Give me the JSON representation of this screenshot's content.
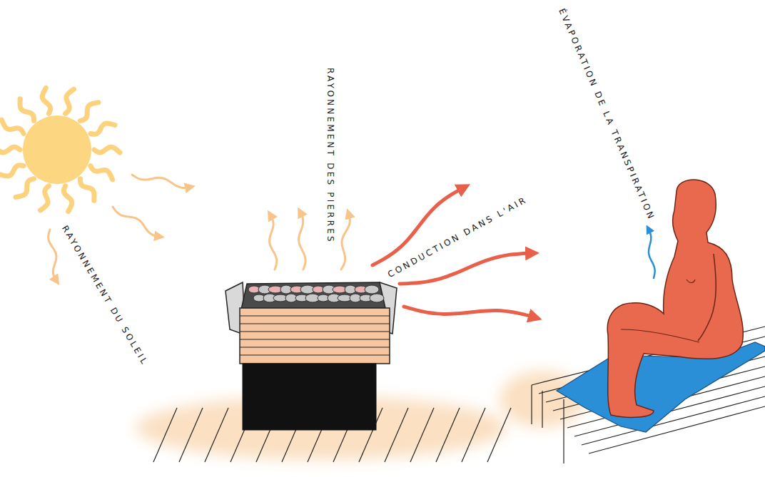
{
  "diagram": {
    "labels": [
      "RAYONNEMENT DU SOLEIL",
      "RAYONNEMENT DES PIERRES",
      "CONDUCTION DANS L'AIR",
      "ÉVAPORATION DE LA TRANSPIRATION"
    ]
  }
}
